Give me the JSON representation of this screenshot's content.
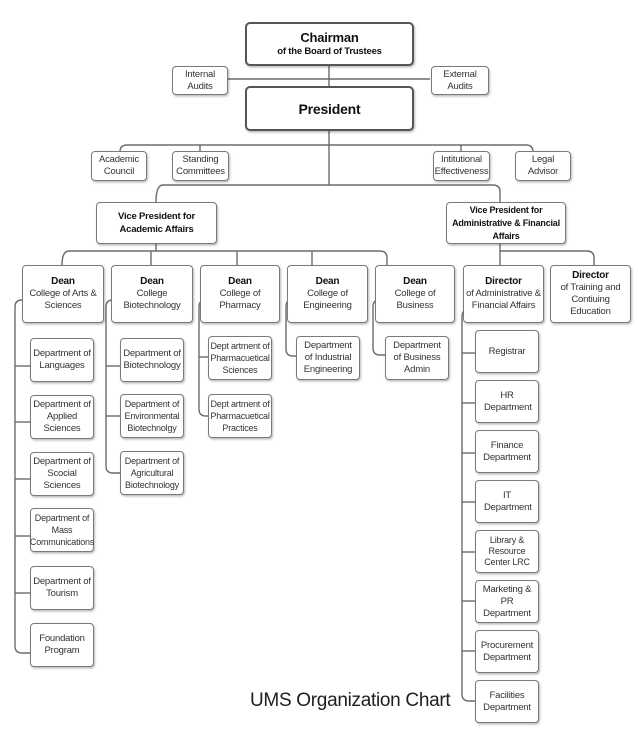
{
  "chart_title": "UMS Organization Chart",
  "nodes": {
    "chairman": {
      "title": "Chairman",
      "sub": "of the Board of Trustees"
    },
    "internal_audits": {
      "sub": "Internal Audits"
    },
    "external_audits": {
      "sub": "External Audits"
    },
    "president": {
      "title": "President"
    },
    "academic_council": {
      "sub": "Academic Council"
    },
    "standing_committees": {
      "sub": "Standing Committees"
    },
    "institutional_effectiveness": {
      "sub": "Intitutional Effectiveness"
    },
    "legal_advisor": {
      "sub": "Legal Advisor"
    },
    "vp_academic": {
      "title": "Vice President for Academic Affairs"
    },
    "vp_admin": {
      "title": "Vice President for Administrative & Financial Affairs"
    },
    "dean_arts": {
      "title": "Dean",
      "sub": "College of Arts & Sciences"
    },
    "dean_biotech": {
      "title": "Dean",
      "sub": "College Biotechnology"
    },
    "dean_pharmacy": {
      "title": "Dean",
      "sub": "College of Pharmacy"
    },
    "dean_engineering": {
      "title": "Dean",
      "sub": "College of Engineering"
    },
    "dean_business": {
      "title": "Dean",
      "sub": "College of Business"
    },
    "director_admin": {
      "title": "Director",
      "sub": "of Administrative & Financial Affairs"
    },
    "director_training": {
      "title": "Director",
      "sub": "of Training and Contiuing Education"
    }
  },
  "arts_departments": [
    "Department of Languages",
    "Department of Applied Sciences",
    "Department of Scocial Sciences",
    "Department of Mass Communications",
    "Department of Tourism",
    "Foundation Program"
  ],
  "biotech_departments": [
    "Department of Biotechnology",
    "Department of Environmental Biotechnolgy",
    "Department of Agricultural Biotechnology"
  ],
  "pharmacy_departments": [
    "Dept artment of Pharmacuetical Sciences",
    "Dept artment of Pharmacuetical Practices"
  ],
  "engineering_departments": [
    "Department of Industrial Engineering"
  ],
  "business_departments": [
    "Department of Business Admin"
  ],
  "admin_departments": [
    "Registrar",
    "HR Department",
    "Finance Department",
    "IT Department",
    "Library & Resource Center LRC",
    "Marketing & PR Department",
    "Procurement Department",
    "Facilities Department"
  ]
}
